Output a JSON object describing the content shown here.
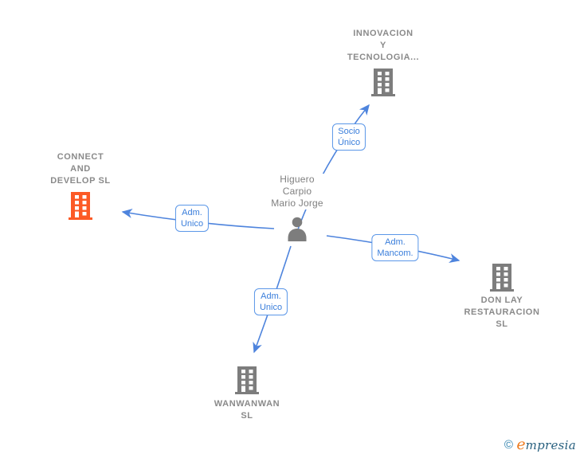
{
  "diagram": {
    "nodes": {
      "innovacion": {
        "line1": "INNOVACION",
        "line2": "Y",
        "line3": "TECNOLOGIA..."
      },
      "connect": {
        "line1": "CONNECT",
        "line2": "AND",
        "line3": "DEVELOP SL"
      },
      "person": {
        "line1": "Higuero",
        "line2": "Carpio",
        "line3": "Mario Jorge"
      },
      "donlay": {
        "line1": "DON LAY",
        "line2": "RESTAURACION",
        "line3": "SL"
      },
      "wanwanwan": {
        "line1": "WANWANWAN",
        "line2": "SL"
      }
    },
    "edge_labels": {
      "socio_unico": {
        "line1": "Socio",
        "line2": "Único"
      },
      "adm_unico_left": {
        "line1": "Adm.",
        "line2": "Unico"
      },
      "adm_mancom": {
        "line1": "Adm.",
        "line2": "Mancom."
      },
      "adm_unico_bottom": {
        "line1": "Adm.",
        "line2": "Unico"
      }
    }
  },
  "colors": {
    "edge_blue": "#4e84dd",
    "edge_label_text": "#3a7edb",
    "edge_label_border": "#5b97e8",
    "company_text": "#8a8a8a",
    "person_text": "#7f7f7f",
    "building_gray": "#7d7d7d",
    "building_orange": "#fc5a26",
    "watermark_teal": "#2e81ad",
    "watermark_orange": "#ee7d22"
  },
  "watermark": {
    "copyright_symbol": "©",
    "brand_initial": "e",
    "brand_rest": "mpresia"
  }
}
